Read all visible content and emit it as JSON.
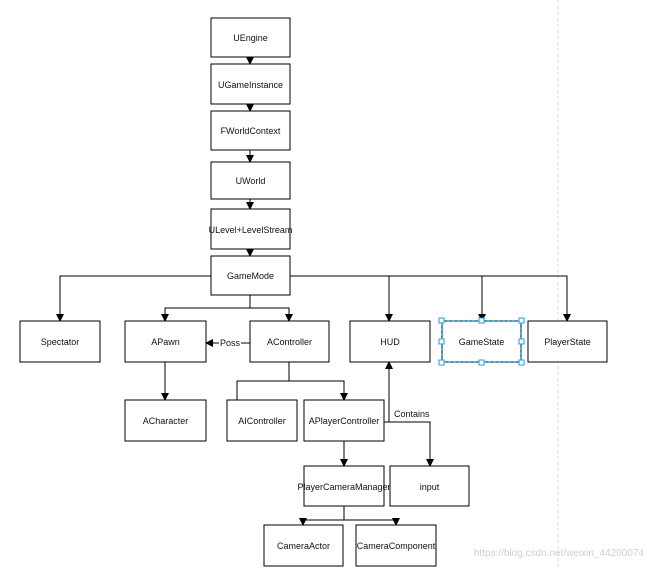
{
  "diagram": {
    "nodes": {
      "uengine": "UEngine",
      "ugameinstance": "UGameInstance",
      "fworldcontext": "FWorldContext",
      "uworld": "UWorld",
      "ulevel": "ULevel+LevelStream",
      "gamemode": "GameMode",
      "spectator": "Spectator",
      "apawn": "APawn",
      "acontroller": "AController",
      "hud": "HUD",
      "gamestate": "GameState",
      "playerstate": "PlayerState",
      "acharacter": "ACharacter",
      "aicontroller": "AIController",
      "aplayercontroller": "APlayerController",
      "playercameramanager": "PlayerCameraManager",
      "input": "input",
      "cameraactor": "CameraActor",
      "cameracomponent": "CameraComponent"
    },
    "edge_labels": {
      "poss": "Poss",
      "contains": "Contains"
    },
    "selected_node": "GameState",
    "selection_color": "#1f9fd8"
  },
  "watermark": "https://blog.csdn.net/weixin_44200074"
}
